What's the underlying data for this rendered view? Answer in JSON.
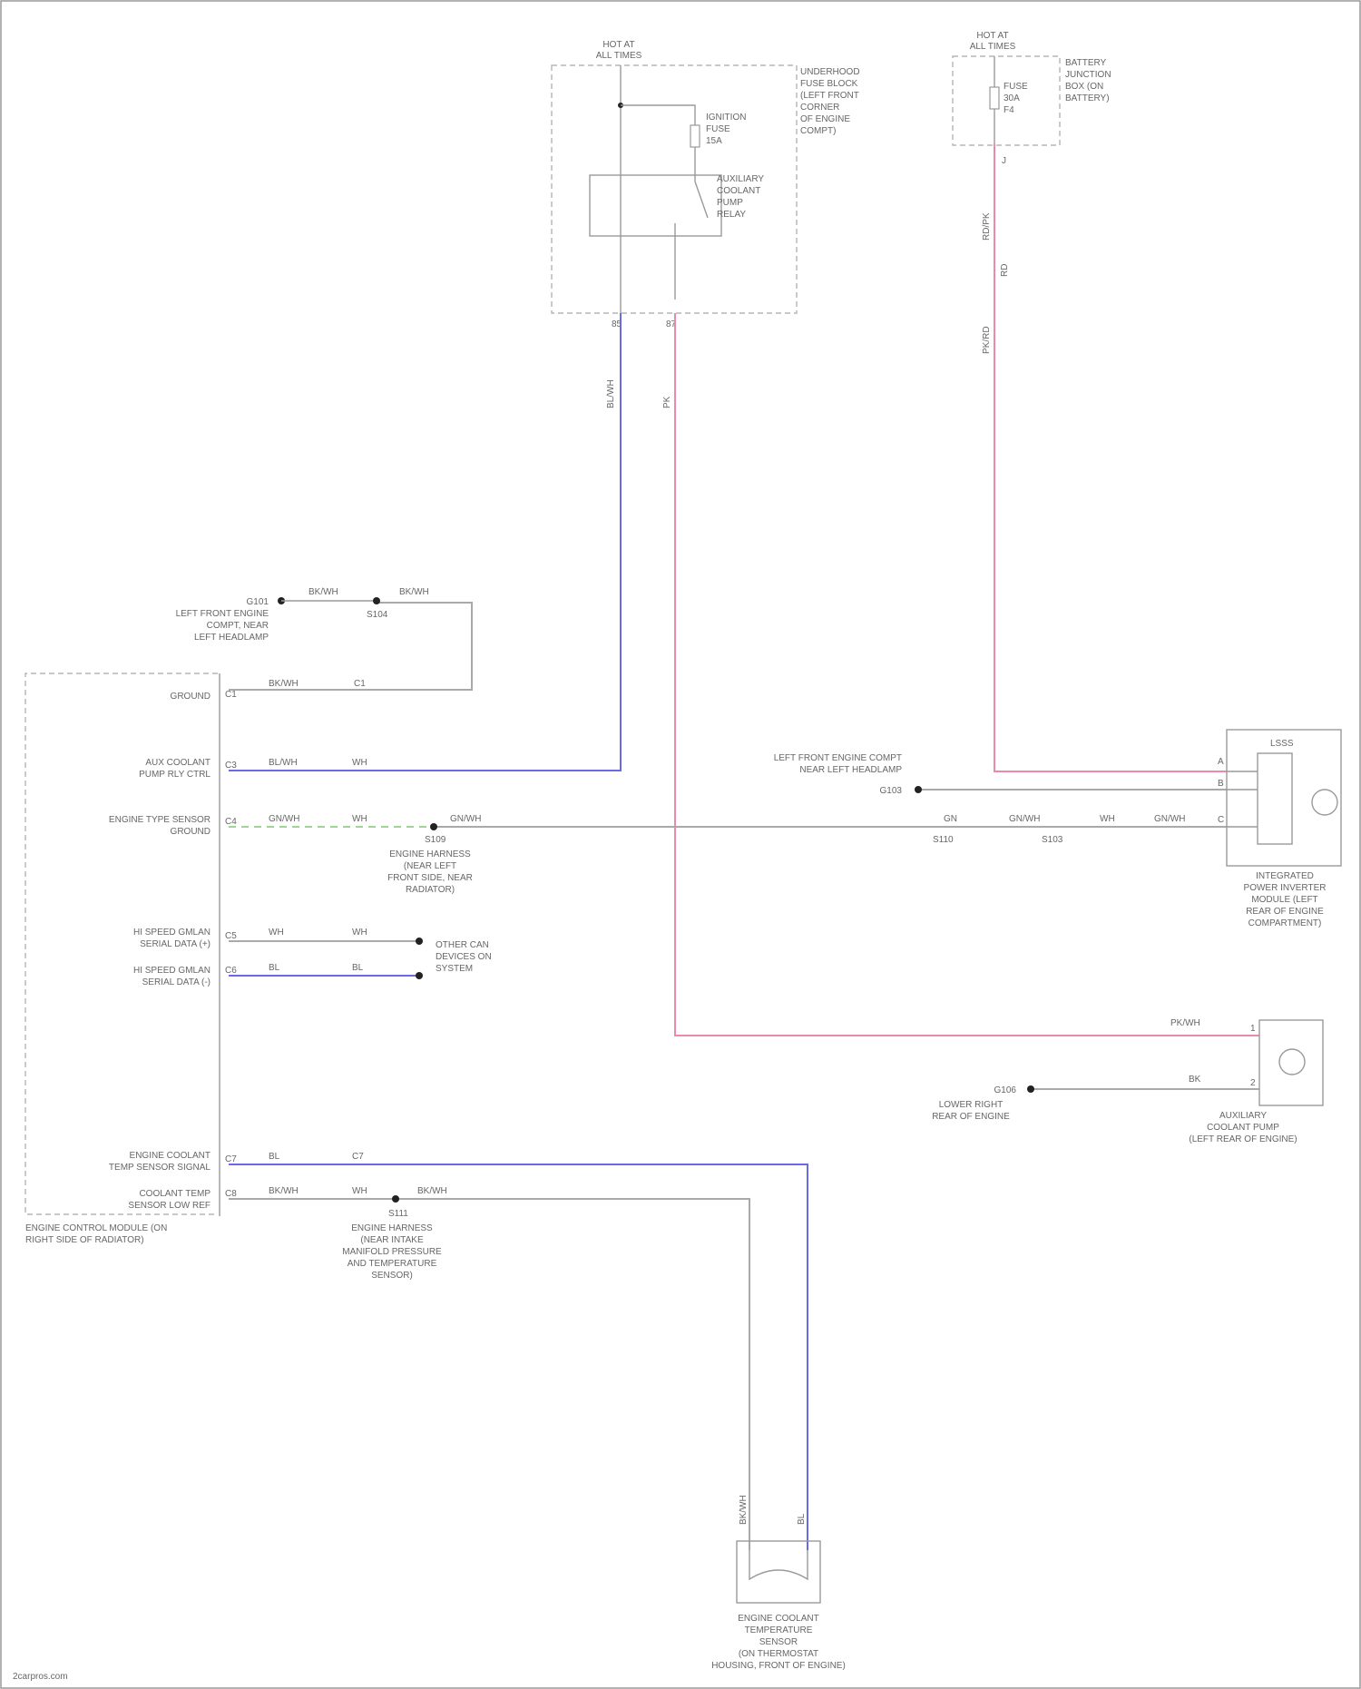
{
  "colors": {
    "wire_default": "#a9a9a9",
    "wire_blue": "#6a6ae8",
    "wire_pink": "#e88aa8",
    "wire_green": "#9cd690",
    "wire_dark": "#555555"
  },
  "fuse_top": {
    "line1": "HOT AT",
    "line2": "ALL TIMES"
  },
  "fuse_right": {
    "line1": "HOT AT",
    "line2": "ALL TIMES"
  },
  "underhood_fuse_block": {
    "label": [
      "UNDERHOOD",
      "FUSE BLOCK",
      "(LEFT FRONT",
      "CORNER",
      "OF ENGINE",
      "COMPT)"
    ],
    "fuse_label": [
      "IGNITION",
      "FUSE",
      "15A"
    ],
    "relay_label": [
      "AUXILIARY",
      "COOLANT",
      "PUMP",
      "RELAY"
    ],
    "pin_left": "85",
    "pin_right": "87"
  },
  "battery_junction": {
    "label": [
      "BATTERY",
      "JUNCTION",
      "BOX (ON",
      "BATTERY)"
    ],
    "fuse_label": [
      "FUSE",
      "30A",
      "F4"
    ],
    "pin": "J"
  },
  "wire_labels": {
    "top_blue": "BL/WH",
    "top_pink": "PK",
    "right_pink_a": "RD/PK",
    "right_pink_b": "RD",
    "right_pink_c": "PK/RD"
  },
  "g101_ground": {
    "label": [
      "G101",
      "LEFT FRONT ENGINE",
      "COMPT, NEAR",
      "LEFT HEADLAMP"
    ]
  },
  "pcm": {
    "label": [
      "ENGINE CONTROL MODULE (ON",
      "RIGHT SIDE OF RADIATOR)"
    ],
    "pins": [
      {
        "label": [
          "GROUND"
        ],
        "pin": "C1"
      },
      {
        "label": [
          "AUX COOLANT",
          "PUMP RLY CTRL"
        ],
        "pin": "C3"
      },
      {
        "label": [
          "ENGINE TYPE SENSOR",
          "GROUND"
        ],
        "pin": "C4"
      },
      {
        "label": [
          "HI SPEED GMLAN",
          "SERIAL DATA (+)"
        ],
        "pin": "C5"
      },
      {
        "label": [
          "HI SPEED GMLAN",
          "SERIAL DATA (-)"
        ],
        "pin": "C6"
      },
      {
        "label": [
          "ENGINE COOLANT",
          "TEMP SENSOR SIGNAL"
        ],
        "pin": "C7"
      },
      {
        "label": [
          "COOLANT TEMP",
          "SENSOR LOW REF"
        ],
        "pin": "C8"
      }
    ]
  },
  "wire_segments": {
    "ground_1": "BK/WH",
    "ground_2": "BK/WH",
    "ground_3": "BK/WH",
    "ground_pin": "C1",
    "aux_ctrl": "BL/WH",
    "aux_ctrl_b": "WH",
    "eng_type": "GN/WH",
    "eng_type_b": "WH",
    "eng_type_c": "GN/WH",
    "eng_type_d": "GN",
    "eng_type_e": "GN/WH",
    "eng_type_f": "WH",
    "eng_type_g": "GN/WH",
    "can_plus_a": "WH",
    "can_plus_b": "WH",
    "can_minus_a": "BL",
    "can_minus_b": "BL",
    "temp_sig_a": "BL",
    "temp_sig_b": "C7",
    "temp_low_a": "BK/WH",
    "temp_low_b": "WH",
    "temp_low_c": "BK/WH",
    "inv_pink": "PK/WH",
    "inv_ground": "BK"
  },
  "splices": {
    "s_top": "S104",
    "s_eng": [
      "ENGINE HARNESS",
      "(NEAR LEFT",
      "FRONT SIDE, NEAR",
      "RADIATOR)"
    ],
    "s_eng_id": "S109",
    "s_eng2": "S110",
    "s_eng3": "S103",
    "s_low": [
      "ENGINE HARNESS",
      "(NEAR INTAKE",
      "MANIFOLD PRESSURE",
      "AND TEMPERATURE",
      "SENSOR)"
    ],
    "s_low_id": "S111"
  },
  "can_devices": {
    "label": [
      "OTHER CAN",
      "DEVICES ON",
      "SYSTEM"
    ]
  },
  "g103_ground": {
    "label": [
      "LEFT FRONT ENGINE COMPT",
      "NEAR LEFT HEADLAMP"
    ],
    "id": "G103"
  },
  "g106_ground": {
    "label": [
      "LOWER RIGHT",
      "REAR OF ENGINE"
    ],
    "id": "G106"
  },
  "aux_pump_motor": {
    "label": [
      "AUXILIARY",
      "COOLANT PUMP",
      "(LEFT REAR OF ENGINE)"
    ],
    "pin_a": "1",
    "pin_b": "2"
  },
  "inverter": {
    "title": "LSSS",
    "label": [
      "INTEGRATED",
      "POWER INVERTER",
      "MODULE (LEFT",
      "REAR OF ENGINE",
      "COMPARTMENT)"
    ],
    "pin_a": "A",
    "pin_b": "B",
    "pin_c": "C"
  },
  "temp_sensor": {
    "label": [
      "ENGINE COOLANT",
      "TEMPERATURE",
      "SENSOR",
      "(ON THERMOSTAT",
      "HOUSING, FRONT OF ENGINE)"
    ],
    "wire_a": "BK/WH",
    "wire_b": "BL"
  },
  "watermark": "2carpros.com"
}
